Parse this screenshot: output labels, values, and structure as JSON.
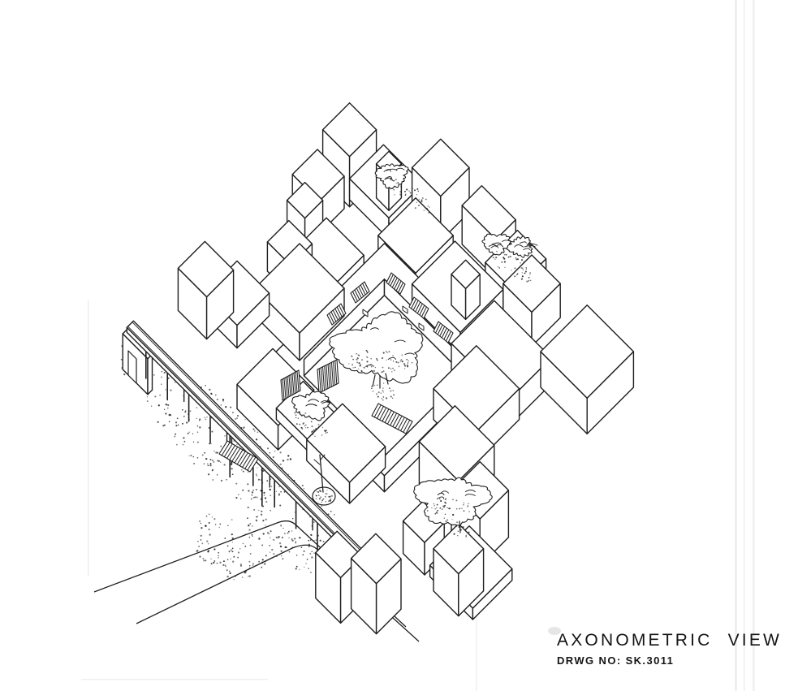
{
  "sheet": {
    "background_color": "#ffffff",
    "ink_color": "#1f1f1f",
    "faint_artifact_color": "#ebebeb",
    "title_block": {
      "title": "AXONOMETRIC VIEW",
      "drawing_number": "DRWG NO: SK.3011"
    },
    "drawing": {
      "kind": "architectural axonometric line drawing",
      "elements": [
        "building-blocks",
        "central-courtyard",
        "courtyard-stair-hatching",
        "courtyard-tree",
        "elevated-walkway",
        "walkway-portal",
        "walkway-support-posts",
        "ground-paths",
        "stipple-ground-texture",
        "trees-and-shrubs",
        "tree-planter"
      ]
    }
  }
}
